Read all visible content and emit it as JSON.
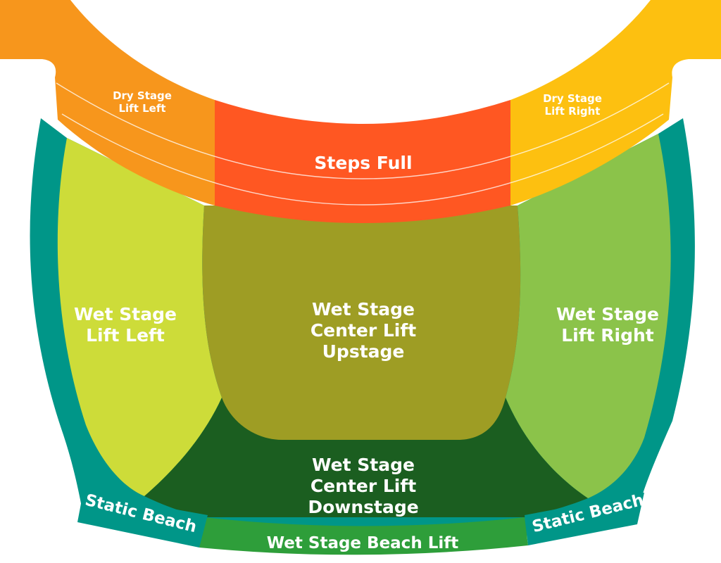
{
  "colors": {
    "dry_stage_lift_left": "#F7961C",
    "dry_stage_lift_right": "#FDC010",
    "steps_full": "#FF5722",
    "wet_stage_lift_left": "#CDDC39",
    "wet_stage_lift_right": "#8BC34A",
    "wet_stage_center_lift_upstage": "#9E9D24",
    "wet_stage_center_lift_downstage": "#1B5E20",
    "wet_stage_beach_lift": "#2E9E3A",
    "static_beach": "#009688"
  },
  "zones": {
    "dry_stage_lift_left": {
      "lines": [
        "Dry Stage",
        "Lift Left"
      ]
    },
    "dry_stage_lift_right": {
      "lines": [
        "Dry Stage",
        "Lift Right"
      ]
    },
    "steps_full": {
      "lines": [
        "Steps Full"
      ]
    },
    "wet_stage_lift_left": {
      "lines": [
        "Wet Stage",
        "Lift Left"
      ]
    },
    "wet_stage_lift_right": {
      "lines": [
        "Wet Stage",
        "Lift Right"
      ]
    },
    "wet_stage_center_lift_upstage": {
      "lines": [
        "Wet Stage",
        "Center Lift",
        "Upstage"
      ]
    },
    "wet_stage_center_lift_downstage": {
      "lines": [
        "Wet Stage",
        "Center Lift",
        "Downstage"
      ]
    },
    "wet_stage_beach_lift": {
      "lines": [
        "Wet Stage Beach Lift"
      ]
    },
    "static_beach_left": {
      "lines": [
        "Static Beach"
      ]
    },
    "static_beach_right": {
      "lines": [
        "Static Beach"
      ]
    }
  }
}
